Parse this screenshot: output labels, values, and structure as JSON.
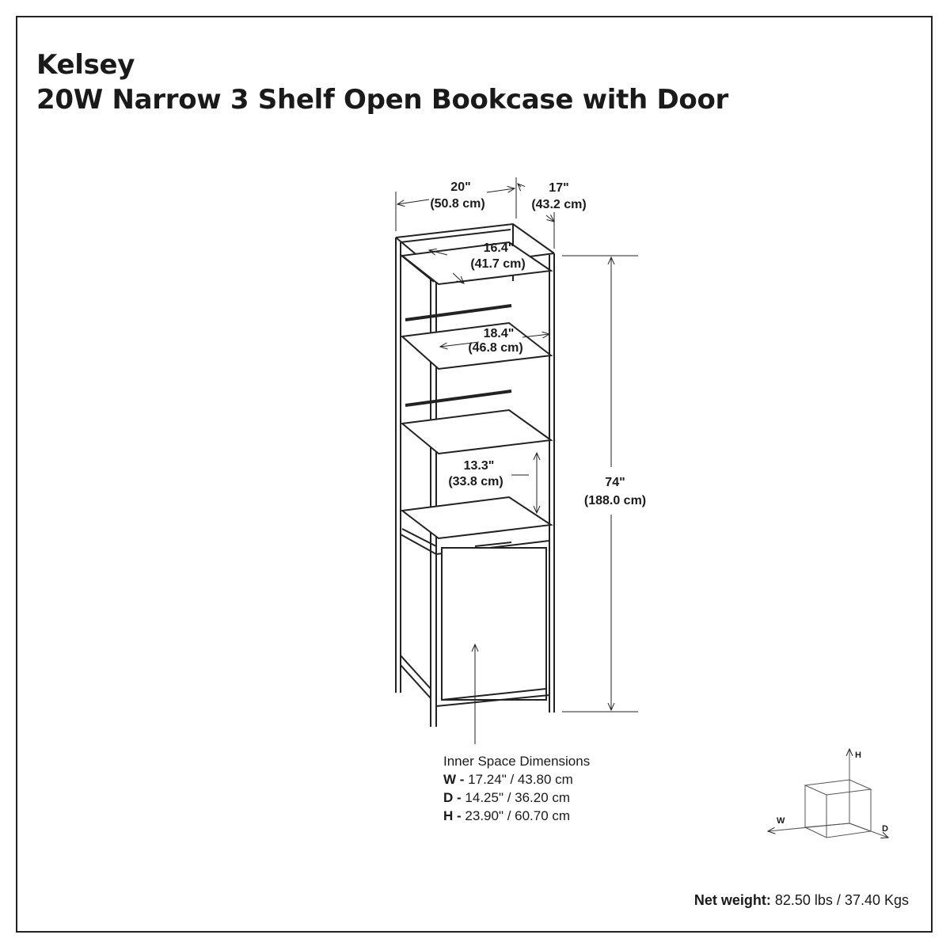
{
  "title": {
    "line1": "Kelsey",
    "line2": "20W Narrow 3 Shelf Open Bookcase with Door"
  },
  "dimensions": {
    "width_in": "20\"",
    "width_cm": "(50.8 cm)",
    "depth_in": "17\"",
    "depth_cm": "(43.2 cm)",
    "top_shelf_depth_in": "16.4\"",
    "top_shelf_depth_cm": "(41.7 cm)",
    "shelf_width_in": "18.4\"",
    "shelf_width_cm": "(46.8 cm)",
    "shelf_gap_in": "13.3\"",
    "shelf_gap_cm": "(33.8 cm)",
    "height_in": "74\"",
    "height_cm": "(188.0 cm)"
  },
  "inner_space": {
    "heading": "Inner Space Dimensions",
    "rows": [
      {
        "key": "W -",
        "value": "17.24\" / 43.80 cm"
      },
      {
        "key": "D -",
        "value": "14.25\" / 36.20 cm"
      },
      {
        "key": "H -",
        "value": "23.90\" / 60.70 cm"
      }
    ]
  },
  "axes_legend": {
    "h": "H",
    "w": "W",
    "d": "D"
  },
  "net_weight": {
    "label": "Net weight:",
    "value": "82.50 lbs / 37.40 Kgs"
  }
}
